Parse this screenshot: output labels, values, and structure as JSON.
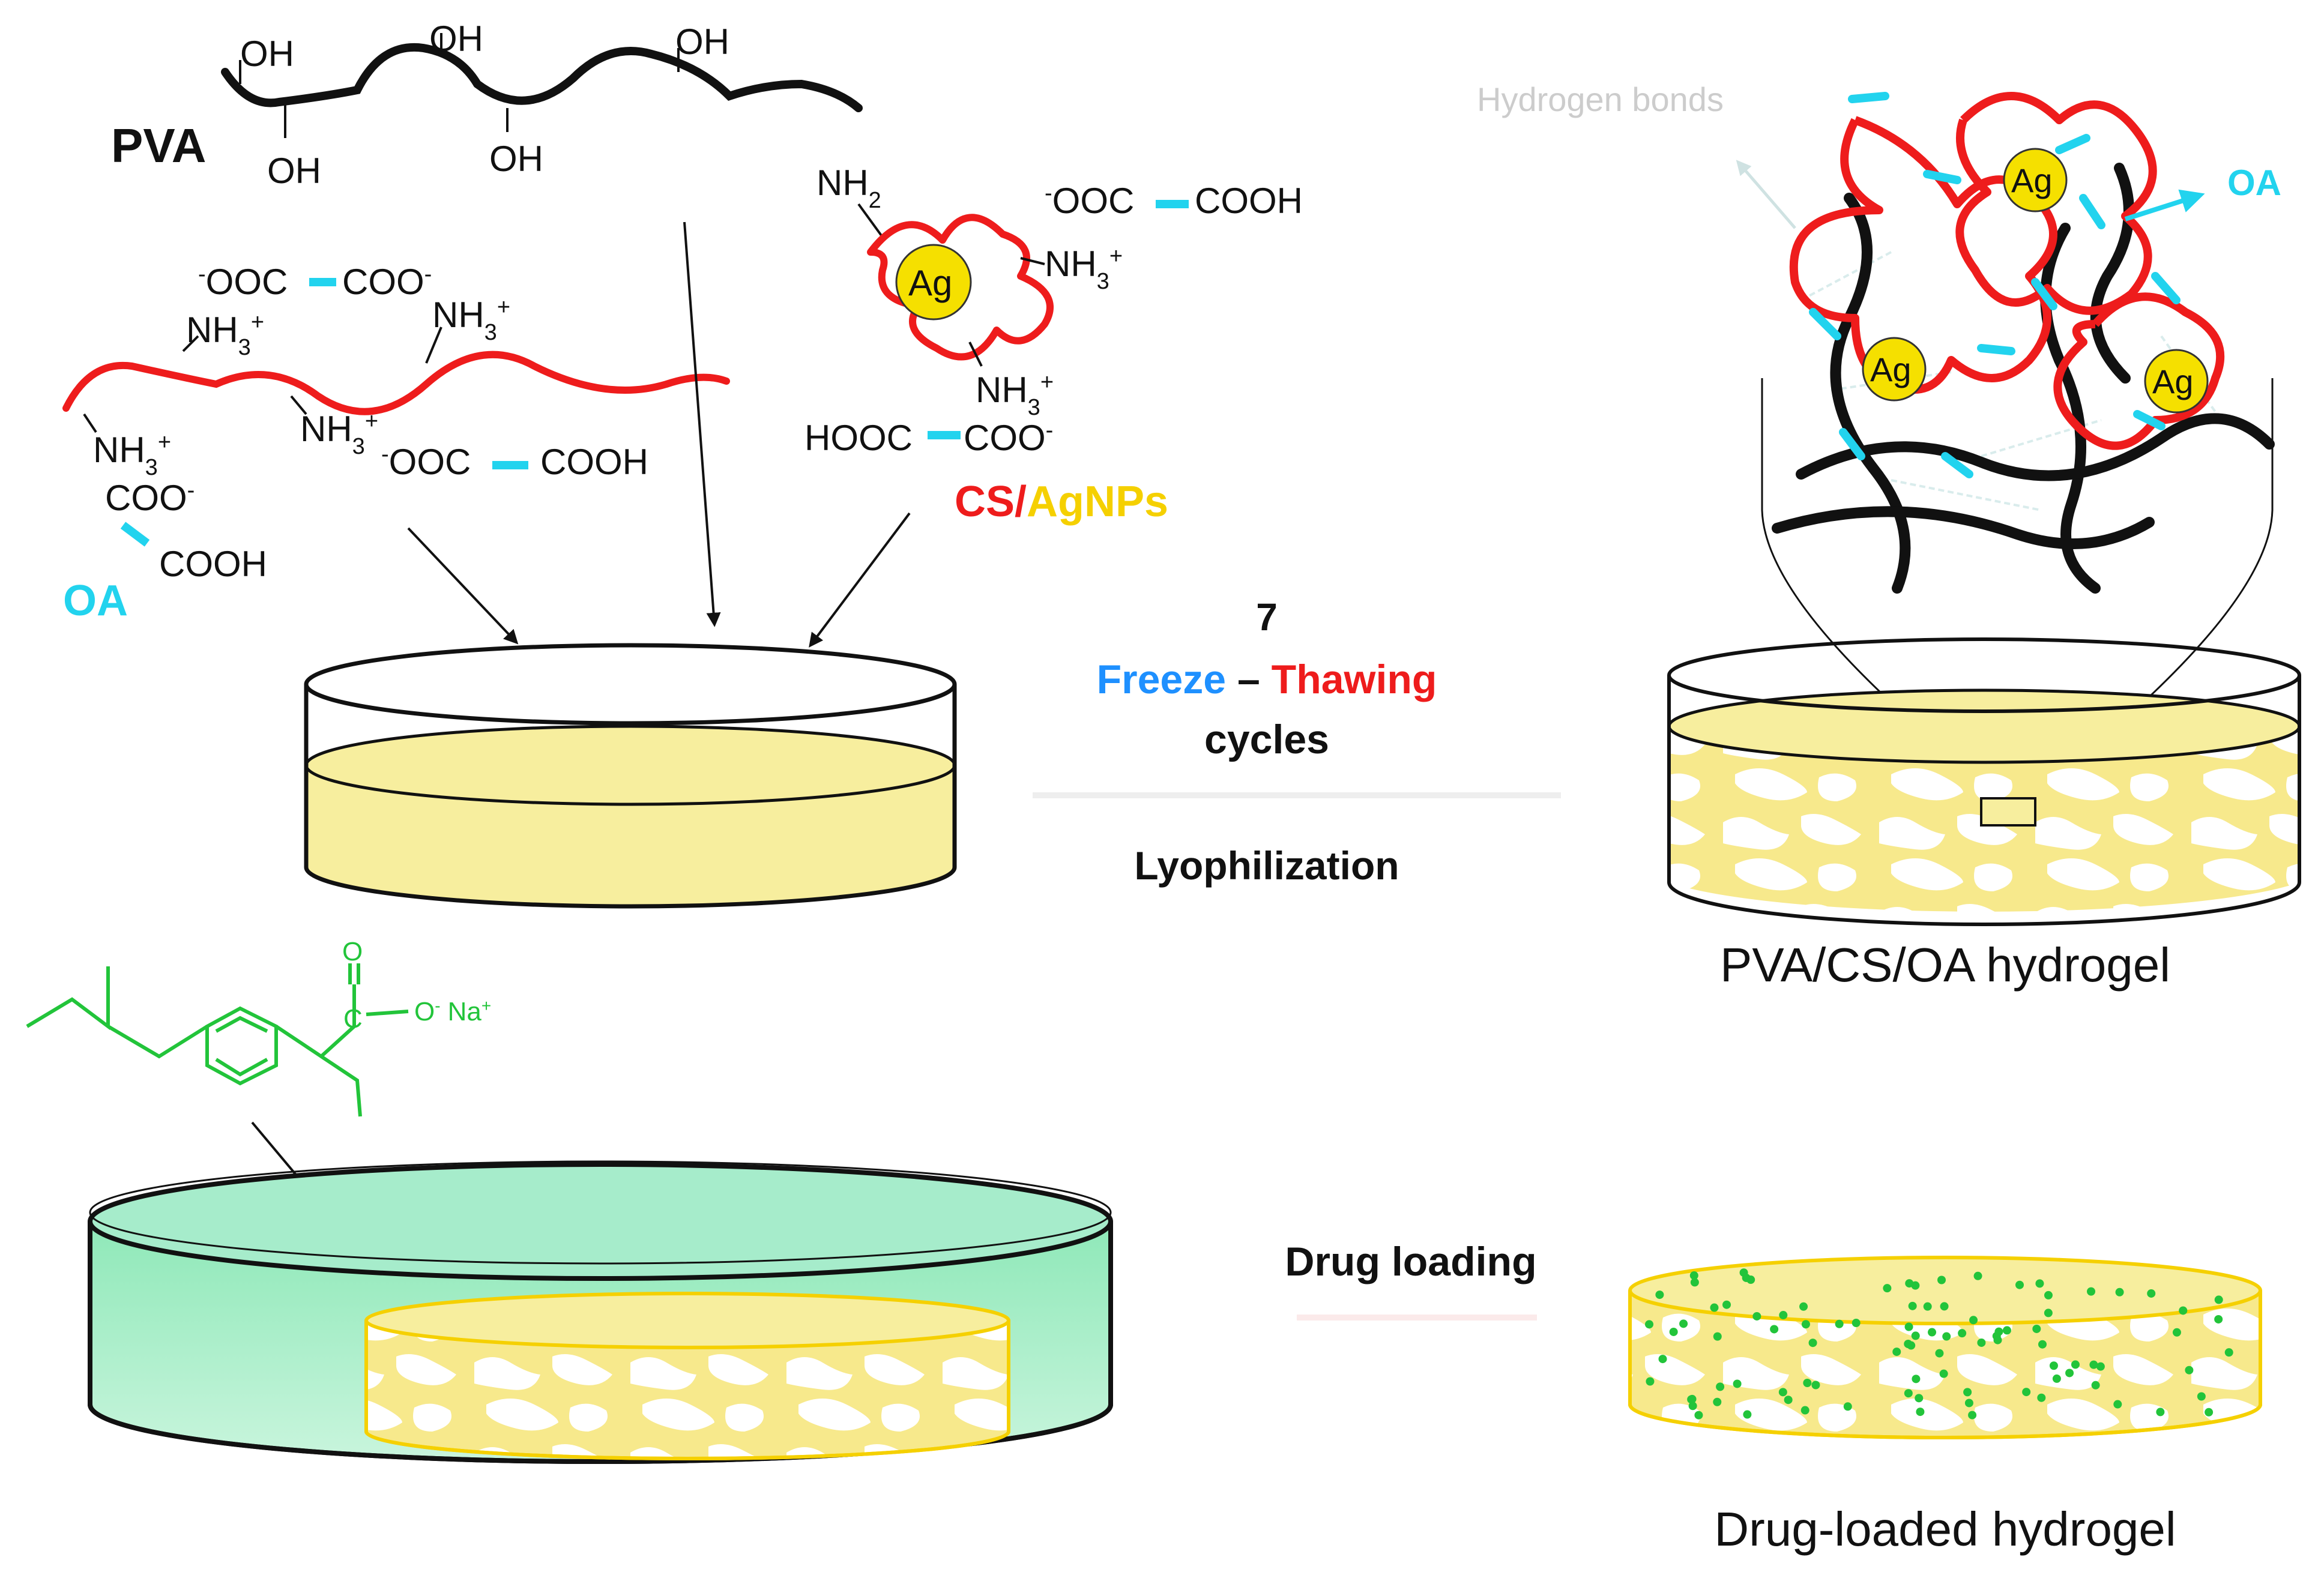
{
  "labels": {
    "pva": "PVA",
    "oa": "OA",
    "cs": "CS",
    "slash": "/",
    "agnps": "AgNPs",
    "hydrogen_bonds": "Hydrogen bonds",
    "oa_right": "OA",
    "seven": "7",
    "freeze": "Freeze",
    "dash": " – ",
    "thawing": "Thawing",
    "cycles": "cycles",
    "lyophilization": "Lyophilization",
    "drug_loading": "Drug loading",
    "hydrogel_caption": "PVA/CS/OA hydrogel",
    "drug_loaded_caption": "Drug-loaded hydrogel",
    "ag": "Ag"
  },
  "pva_groups": {
    "top": [
      "OH",
      "OH",
      "OH"
    ],
    "bottom": [
      "OH",
      "OH"
    ]
  },
  "oa_chain": {
    "ooc_top": "OOC",
    "coo_top": "COO",
    "nh3_a": "NH",
    "nh3_b": "NH",
    "nh3_c": "NH",
    "nh3_d": "NH",
    "ooc_right": "OOC",
    "cooh_right": "COOH",
    "coo_left": "COO",
    "cooh_left": "COOH",
    "sub3": "3",
    "plus": "+",
    "minus": "-"
  },
  "cs_agnps": {
    "nh2": "NH",
    "sub2": "2",
    "ooc": "OOC",
    "cooh": "COOH",
    "nh3_right": "NH",
    "nh3_bottom": "NH",
    "hooc": "HOOC",
    "coo": "COO"
  },
  "drug_molecule": {
    "o_top": "O",
    "c": "C",
    "o_minus": "O",
    "na": "Na",
    "minus": "-",
    "plus": "+"
  },
  "colors": {
    "cyan": "#22d3ee",
    "red": "#ee1c1c",
    "yellow": "#f7e98c",
    "green": "#22c43a",
    "freeze_blue": "#1e90ff",
    "agnps_yellow": "#f5d000"
  }
}
